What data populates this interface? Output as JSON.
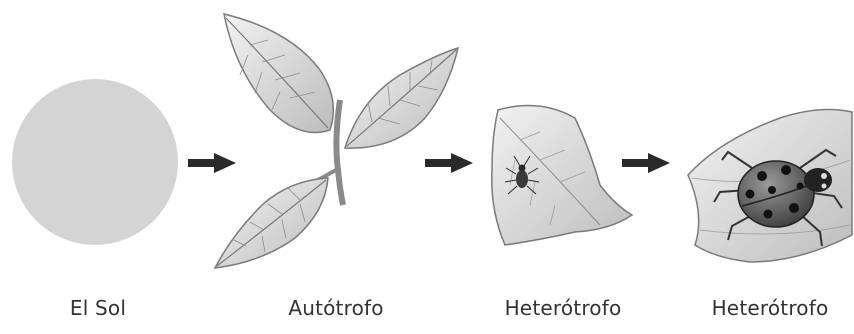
{
  "stages": [
    {
      "label": "El Sol",
      "icon": "sun-circle"
    },
    {
      "label": "Autótrofo",
      "icon": "plant-leaves-icon"
    },
    {
      "label": "Heterótrofo",
      "icon": "aphid-on-leaf-icon"
    },
    {
      "label": "Heterótrofo",
      "icon": "ladybug-on-leaf-icon"
    }
  ],
  "arrows": [
    {
      "from": 0,
      "to": 1
    },
    {
      "from": 1,
      "to": 2
    },
    {
      "from": 2,
      "to": 3
    }
  ],
  "colors": {
    "sun": "#d4d4d4",
    "arrow": "#2a2a2a",
    "leaf_fill": "#e2e2e2",
    "leaf_vein": "#7a7a7a",
    "ladybug_body": "#5a5a5a",
    "ladybug_spots": "#111111",
    "label_text": "#333333"
  }
}
